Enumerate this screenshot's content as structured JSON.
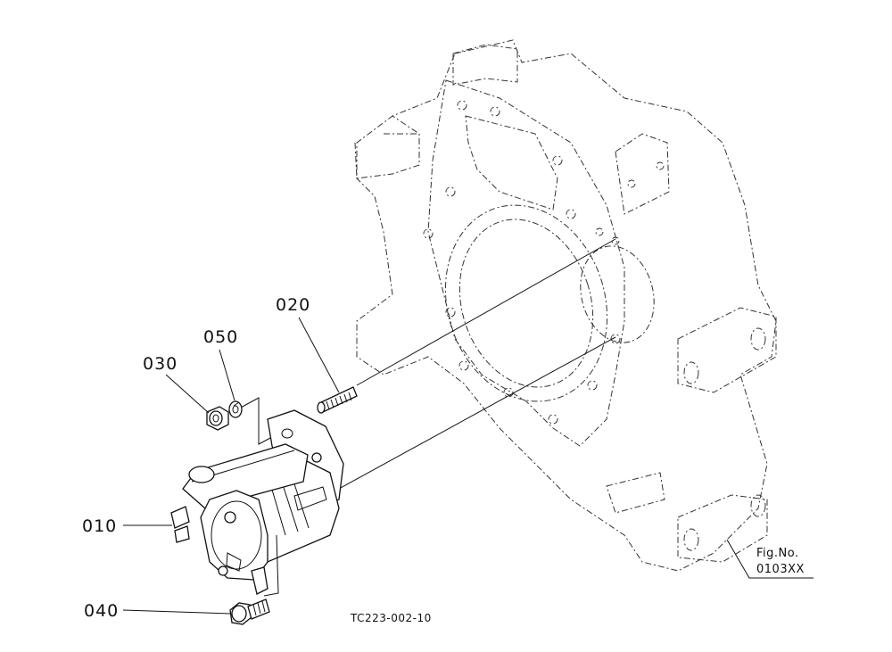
{
  "diagram": {
    "callouts": {
      "p010": "010",
      "p020": "020",
      "p030": "030",
      "p040": "040",
      "p050": "050"
    },
    "figure": {
      "label_line1": "Fig.No.",
      "label_line2": "0103XX"
    },
    "drawing_code": "TC223-002-10",
    "colors": {
      "line": "#111111",
      "background": "#ffffff"
    }
  }
}
